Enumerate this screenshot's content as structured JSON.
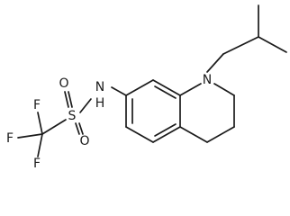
{
  "structure": {
    "atoms": {
      "f_top": "F",
      "f_left": "F",
      "f_bottom": "F",
      "sulfur": "S",
      "o_top": "O",
      "o_bottom": "O",
      "n_h": "N",
      "h_on_n": "H",
      "n_ring": "N"
    }
  }
}
